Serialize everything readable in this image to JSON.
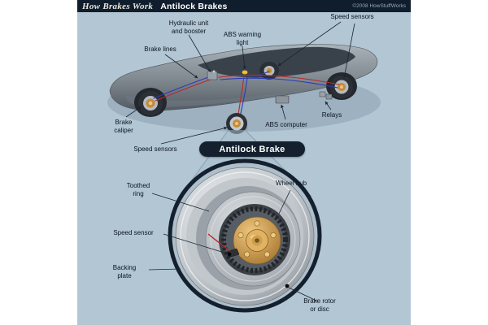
{
  "header": {
    "title": "How Brakes Work",
    "subtitle": "Antilock Brakes",
    "copyright": "©2008 HowStuffWorks"
  },
  "car_labels": {
    "hydraulic": "Hydraulic unit\nand booster",
    "abs_warning": "ABS warning\nlight",
    "speed_sensors_top": "Speed sensors",
    "brake_lines": "Brake lines",
    "brake_caliper": "Brake\ncaliper",
    "speed_sensors_bottom": "Speed sensors",
    "abs_computer": "ABS computer",
    "relays": "Relays"
  },
  "inset": {
    "title": "Antilock Brake",
    "labels": {
      "toothed_ring": "Toothed\nring",
      "wheel_hub": "Wheel hub",
      "speed_sensor": "Speed sensor",
      "backing_plate": "Backing\nplate",
      "brake_rotor": "Brake rotor\nor disc"
    }
  },
  "colors": {
    "panel_bg": "#b2c6d4",
    "accent_navy": "#14202e",
    "brake_line_red": "#b92a2a",
    "brake_line_blue": "#2a3ab9",
    "hub_tan": "#c28c3e"
  }
}
